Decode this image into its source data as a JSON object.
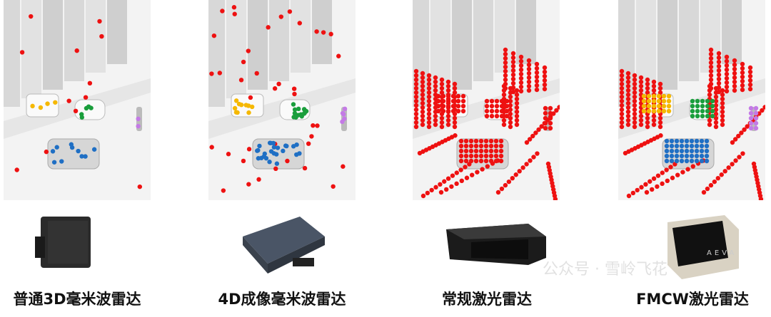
{
  "panels": [
    {
      "label": "普通3D毫米波雷达",
      "pattern": "sparse"
    },
    {
      "label": "4D成像毫米波雷达",
      "pattern": "medium"
    },
    {
      "label": "常规激光雷达",
      "pattern": "dense"
    },
    {
      "label": "FMCW激光雷达",
      "pattern": "dense-color"
    }
  ],
  "watermark": "公众号 · 雪岭飞花",
  "device_brand": "AEVA",
  "colors": {
    "static": "#ee1111",
    "car_left": "#f5b800",
    "car_small": "#1a9e3c",
    "car_main": "#1f6fc4",
    "pedestrian": "#c47ae6"
  }
}
